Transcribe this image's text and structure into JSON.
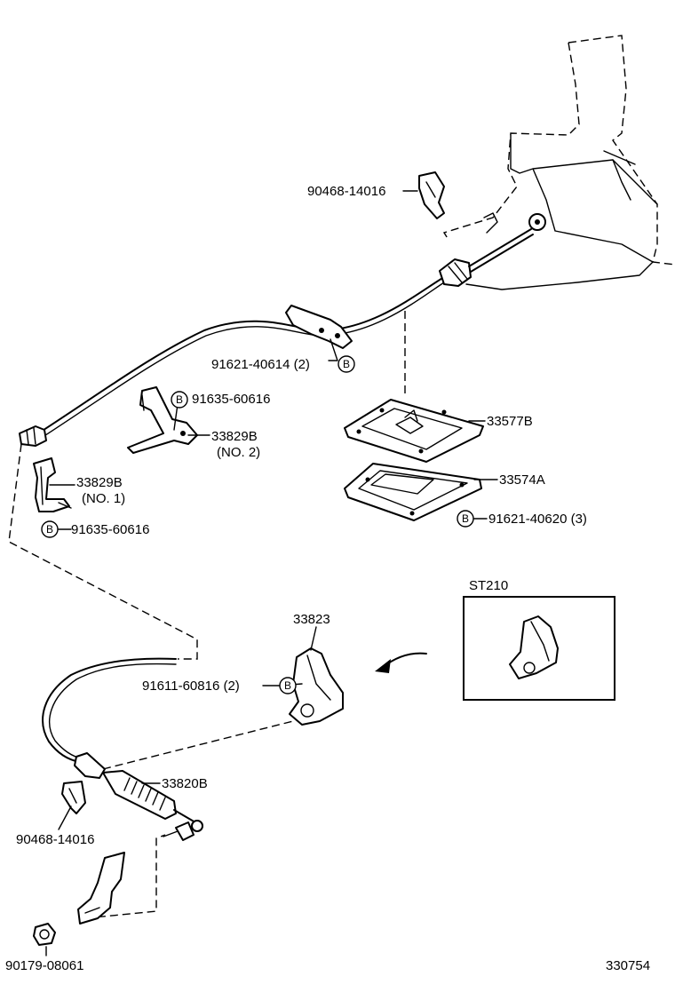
{
  "parts": {
    "p90468_top": "90468-14016",
    "p91621_40614": "91621-40614 (2)",
    "p91635_upper": "91635-60616",
    "p33829b_no2": "33829B",
    "no2": "(NO. 2)",
    "p33829b_no1": "33829B",
    "no1": "(NO. 1)",
    "p91635_lower": "91635-60616",
    "p33577b": "33577B",
    "p33574a": "33574A",
    "p91621_40620": "91621-40620 (3)",
    "p33823": "33823",
    "p91611": "91611-60816 (2)",
    "p33820b": "33820B",
    "p90468_bottom": "90468-14016",
    "p90179": "90179-08061"
  },
  "bolt_marker": "B",
  "inset": {
    "title": "ST210"
  },
  "diagram_number": "330754"
}
